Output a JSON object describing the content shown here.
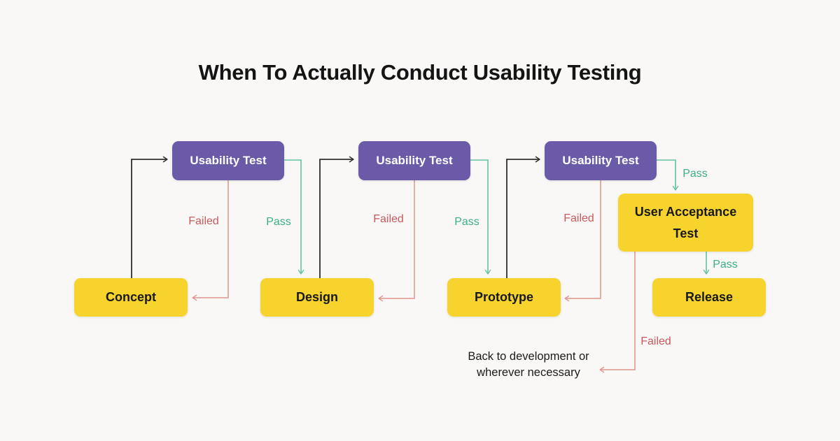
{
  "title": "When To Actually Conduct Usability Testing",
  "nodes": {
    "usability_test_1": {
      "label": "Usability Test"
    },
    "usability_test_2": {
      "label": "Usability Test"
    },
    "usability_test_3": {
      "label": "Usability Test"
    },
    "concept": {
      "label": "Concept"
    },
    "design": {
      "label": "Design"
    },
    "prototype": {
      "label": "Prototype"
    },
    "user_acceptance_test": {
      "label": "User Acceptance Test"
    },
    "release": {
      "label": "Release"
    }
  },
  "edge_labels": {
    "failed_1": "Failed",
    "pass_1": "Pass",
    "failed_2": "Failed",
    "pass_2": "Pass",
    "failed_3": "Failed",
    "pass_3": "Pass",
    "pass_4": "Pass",
    "failed_4": "Failed"
  },
  "annotation": "Back to development or wherever necessary",
  "flow": [
    {
      "from": "Concept",
      "to": "Usability Test",
      "result": null
    },
    {
      "from": "Usability Test",
      "to": "Concept",
      "result": "Failed"
    },
    {
      "from": "Usability Test",
      "to": "Design",
      "result": "Pass"
    },
    {
      "from": "Design",
      "to": "Usability Test",
      "result": null
    },
    {
      "from": "Usability Test",
      "to": "Design",
      "result": "Failed"
    },
    {
      "from": "Usability Test",
      "to": "Prototype",
      "result": "Pass"
    },
    {
      "from": "Prototype",
      "to": "Usability Test",
      "result": null
    },
    {
      "from": "Usability Test",
      "to": "Prototype",
      "result": "Failed"
    },
    {
      "from": "Usability Test",
      "to": "User Acceptance Test",
      "result": "Pass"
    },
    {
      "from": "User Acceptance Test",
      "to": "Release",
      "result": "Pass"
    },
    {
      "from": "User Acceptance Test",
      "to": "Back to development or wherever necessary",
      "result": "Failed"
    }
  ],
  "colors": {
    "background": "#f9f8f6",
    "test_node_bg": "#6a5aa8",
    "test_node_text": "#ffffff",
    "stage_node_bg": "#f6d32d",
    "stage_node_text": "#191919",
    "pass_label": "#3bae87",
    "pass_line": "#63c3a0",
    "fail_label": "#c85a5f",
    "fail_line": "#e0938b",
    "plain_arrow": "#2f2f2f",
    "title_text": "#141414"
  }
}
